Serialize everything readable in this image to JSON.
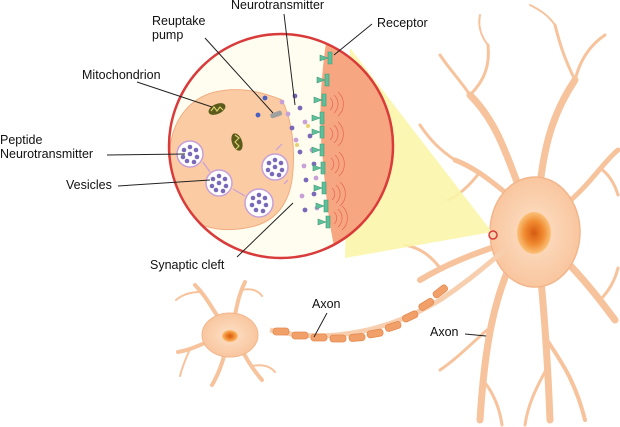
{
  "labels": {
    "neurotransmitter": "Neurotransmitter",
    "reuptake_pump": "Reuptake\npump",
    "receptor": "Receptor",
    "mitochondrion": "Mitochondrion",
    "peptide_neurotransmitter": "Peptide\nNeurotransmitter",
    "vesicles": "Vesicles",
    "synaptic_cleft": "Synaptic cleft",
    "axon_left": "Axon",
    "axon_right": "Axon"
  },
  "colors": {
    "neuron_fill": "#fbd2ae",
    "neuron_stroke": "#f0b088",
    "nucleus_outer": "#f7a24a",
    "nucleus_inner": "#e8731c",
    "axon_segment": "#f2a069",
    "zoom_cone": "#fbf5a8",
    "magnifier_ring": "#d93a3a",
    "magnifier_bg": "#fffdf0",
    "post_synaptic": "#f6a680",
    "vesicle": "#7a68b8",
    "receptor": "#5fbf9a",
    "mitochondrion": "#5a5a1a",
    "leader_line": "#222222"
  }
}
